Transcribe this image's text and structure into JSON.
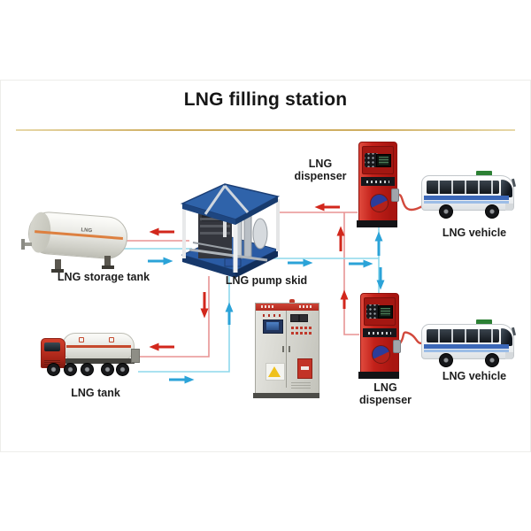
{
  "diagram": {
    "title": "LNG filling station",
    "components": {
      "storage_tank": {
        "label": "LNG storage tank",
        "marking": "LNG"
      },
      "tank_truck": {
        "label": "LNG tank"
      },
      "pump_skid": {
        "label": "LNG pump skid"
      },
      "dispenser_top": {
        "label": "LNG dispenser"
      },
      "dispenser_bottom": {
        "label": "LNG dispenser"
      },
      "vehicle_top": {
        "label": "LNG vehicle"
      },
      "vehicle_bottom": {
        "label": "LNG vehicle"
      }
    },
    "colors": {
      "title_text": "#161616",
      "accent_rule": "#cfae62",
      "flow_red_arrow": "#d2271c",
      "flow_red_line": "#e89494",
      "flow_blue_arrow": "#2ba3d8",
      "flow_blue_line": "#8ed8ec",
      "dispenser_red": "#c3211a",
      "skid_blue": "#2f63aa",
      "bus_stripe_blue": "#3b67b8",
      "tank_stripe_orange": "#dd8040",
      "truck_cab_red": "#b22a1b"
    }
  }
}
